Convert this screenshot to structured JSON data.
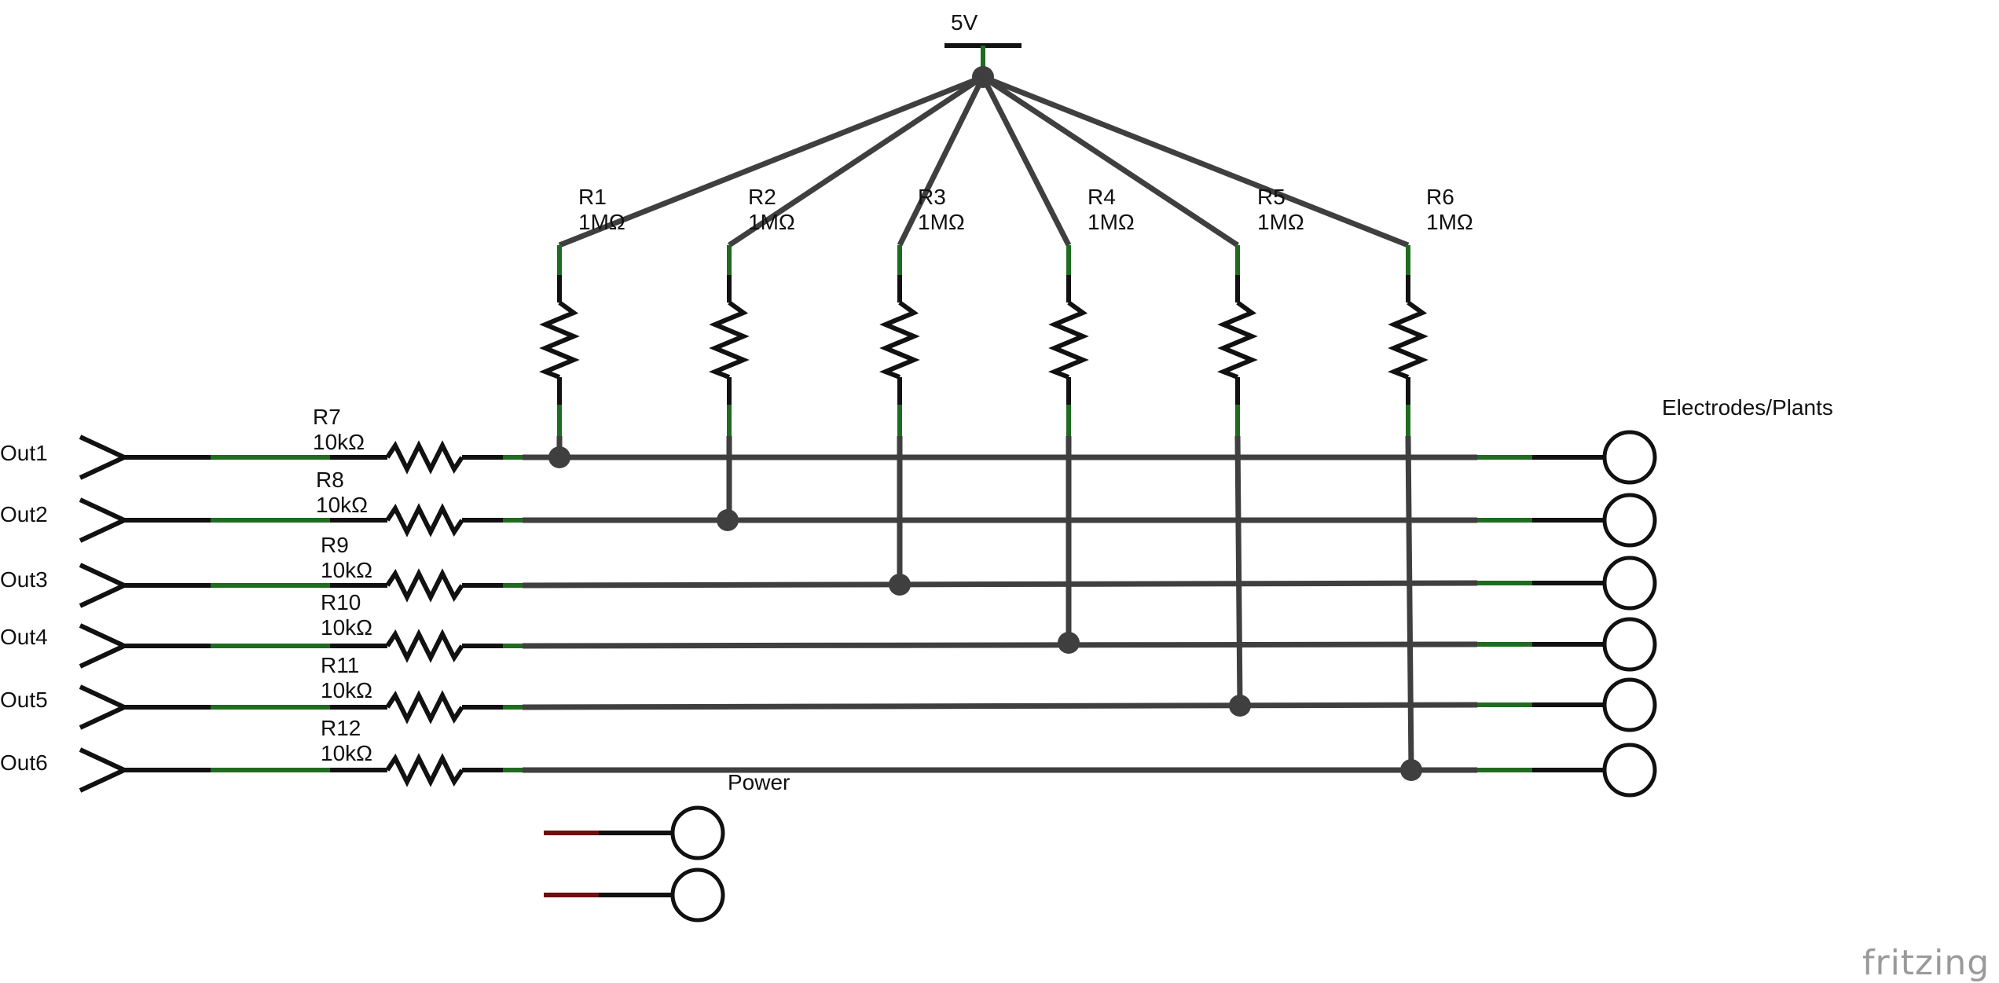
{
  "supply": {
    "label": "5V"
  },
  "pullup_resistors": [
    {
      "ref": "R1",
      "value": "1MΩ"
    },
    {
      "ref": "R2",
      "value": "1MΩ"
    },
    {
      "ref": "R3",
      "value": "1MΩ"
    },
    {
      "ref": "R4",
      "value": "1MΩ"
    },
    {
      "ref": "R5",
      "value": "1MΩ"
    },
    {
      "ref": "R6",
      "value": "1MΩ"
    }
  ],
  "series_resistors": [
    {
      "ref": "R7",
      "value": "10kΩ"
    },
    {
      "ref": "R8",
      "value": "10kΩ"
    },
    {
      "ref": "R9",
      "value": "10kΩ"
    },
    {
      "ref": "R10",
      "value": "10kΩ"
    },
    {
      "ref": "R11",
      "value": "10kΩ"
    },
    {
      "ref": "R12",
      "value": "10kΩ"
    }
  ],
  "outputs": [
    "Out1",
    "Out2",
    "Out3",
    "Out4",
    "Out5",
    "Out6"
  ],
  "electrodes": {
    "label": "Electrodes/Plants"
  },
  "power": {
    "label": "Power"
  },
  "watermark": {
    "text": "fritzing"
  },
  "colors": {
    "wire": "#3f3f3f",
    "component": "#111111",
    "pin": "#1f6b1f",
    "power_pin": "#6b0f0f",
    "watermark": "#9a9a9a"
  }
}
